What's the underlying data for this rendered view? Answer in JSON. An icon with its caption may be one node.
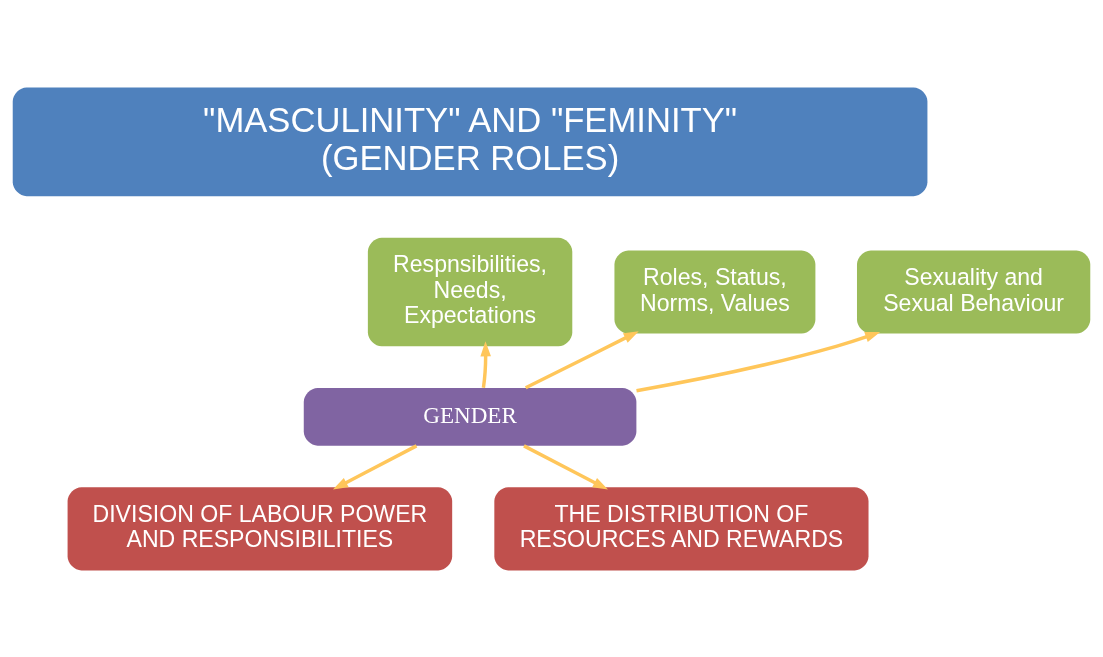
{
  "diagram": {
    "nodes": [
      {
        "text": [
          "\"MASCULINITY\" AND \"FEMINITY\"",
          "(GENDER ROLES)"
        ]
      },
      {
        "text": [
          "Roles, Status, Norms, Values"
        ]
      },
      {
        "text": [
          "Respnsibilities, Needs, Expectations"
        ]
      },
      {
        "text": [
          "Sexuality and Sexual Behaviour"
        ]
      },
      {
        "text": [
          "GENDER"
        ]
      },
      {
        "text": [
          "DIVISION OF LABOUR POWER AND RESPONSIBILITIES"
        ]
      },
      {
        "text": [
          "THE DISTRIBUTION OF RESOURCES AND REWARDS"
        ]
      }
    ],
    "edges": [
      {
        "from": 4,
        "to": 1,
        "arrow": "to"
      },
      {
        "from": 4,
        "to": 2,
        "arrow": "to"
      },
      {
        "from": 4,
        "to": 3,
        "arrow": "to"
      },
      {
        "from": 4,
        "to": 5,
        "arrow": "to"
      },
      {
        "from": 4,
        "to": 6,
        "arrow": "to"
      }
    ]
  }
}
